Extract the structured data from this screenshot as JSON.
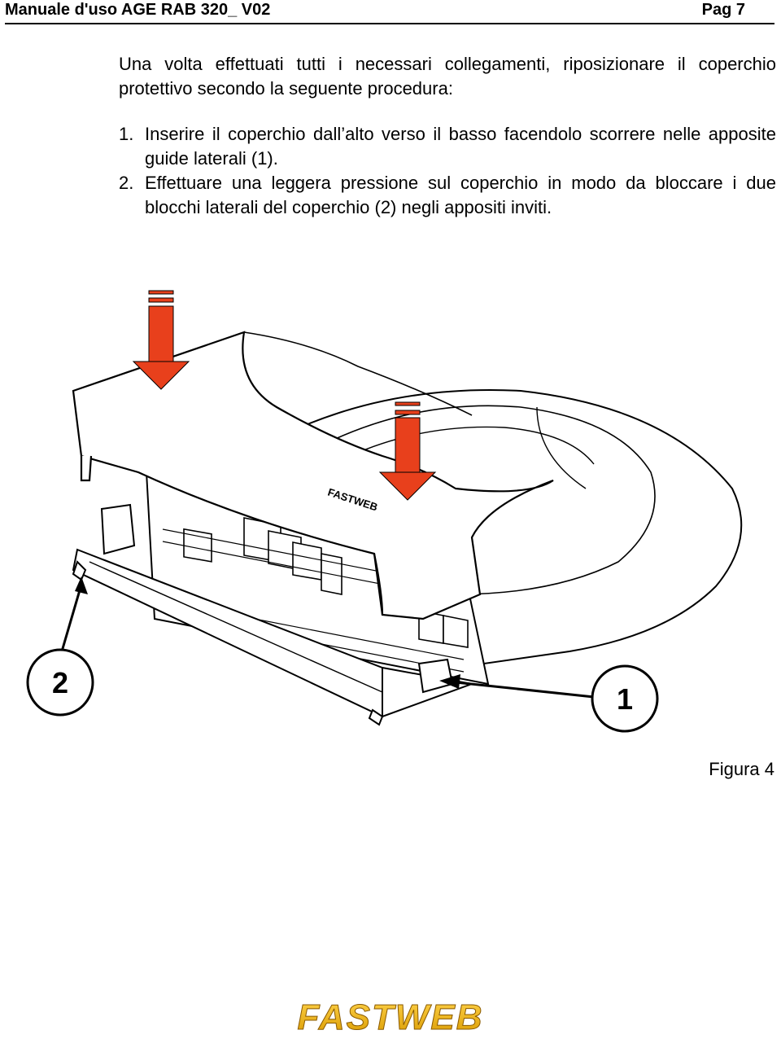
{
  "header": {
    "title": "Manuale d'uso AGE RAB 320_ V02",
    "page": "Pag 7"
  },
  "intro": "Una volta effettuati tutti i necessari collegamenti, riposizionare il coperchio protettivo secondo la seguente procedura:",
  "steps": [
    {
      "num": "1.",
      "text": "Inserire il coperchio dall’alto verso il basso facendolo scorrere nelle apposite guide laterali (1)."
    },
    {
      "num": "2.",
      "text": "Effettuare una leggera pressione sul coperchio in modo da bloccare i due blocchi laterali del coperchio (2) negli appositi inviti."
    }
  ],
  "figure": {
    "callouts": {
      "left": "2",
      "right": "1"
    },
    "device_brand_text": "FASTWEB",
    "arrow_color": "#e8401c",
    "caption": "Figura 4"
  },
  "logo": {
    "text": "FASTWEB",
    "color_top": "#ffd34a",
    "color_bottom": "#d99a00"
  }
}
